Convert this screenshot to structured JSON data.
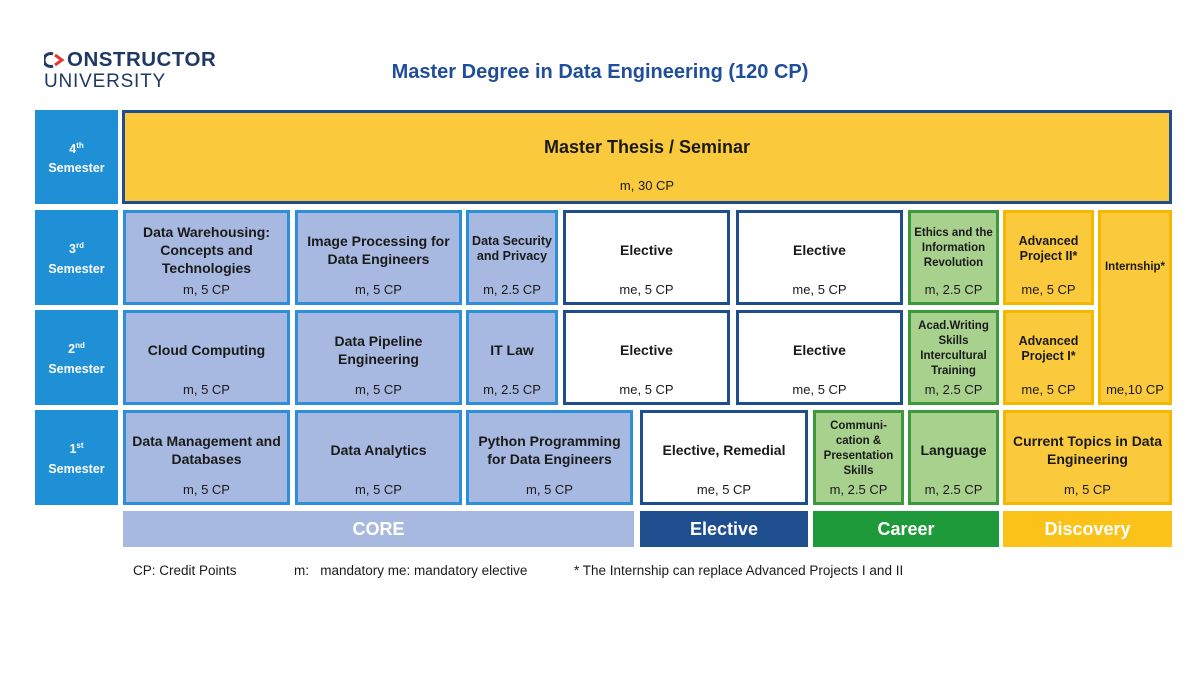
{
  "logo": {
    "word1": "ONSTRUCTOR",
    "word2": "UNIVERSITY"
  },
  "title": "Master Degree in Data Engineering (120 CP)",
  "semesters": {
    "s4": {
      "num": "4",
      "sup": "th",
      "label": "Semester"
    },
    "s3": {
      "num": "3",
      "sup": "rd",
      "label": "Semester"
    },
    "s2": {
      "num": "2",
      "sup": "nd",
      "label": "Semester"
    },
    "s1": {
      "num": "1",
      "sup": "st",
      "label": "Semester"
    }
  },
  "thesis": {
    "name": "Master Thesis / Seminar",
    "cp": "m, 30 CP"
  },
  "s3": {
    "c1": {
      "name": "Data Warehousing: Concepts and Technologies",
      "cp": "m, 5 CP"
    },
    "c2": {
      "name": "Image Processing for Data Engineers",
      "cp": "m, 5 CP"
    },
    "c3": {
      "name": "Data Security and Privacy",
      "cp": "m, 2.5 CP"
    },
    "e1": {
      "name": "Elective",
      "cp": "me, 5 CP"
    },
    "e2": {
      "name": "Elective",
      "cp": "me, 5 CP"
    },
    "k1": {
      "name": "Ethics and the Information Revolution",
      "cp": "m, 2.5 CP"
    },
    "d1": {
      "name": "Advanced Project II*",
      "cp": "me, 5 CP"
    }
  },
  "internship": {
    "name": "Internship*",
    "cp": "me,10 CP"
  },
  "s2": {
    "c1": {
      "name": "Cloud Computing",
      "cp": "m, 5 CP"
    },
    "c2": {
      "name": "Data Pipeline Engineering",
      "cp": "m, 5 CP"
    },
    "c3": {
      "name": "IT Law",
      "cp": "m, 2.5 CP"
    },
    "e1": {
      "name": "Elective",
      "cp": "me, 5 CP"
    },
    "e2": {
      "name": "Elective",
      "cp": "me, 5 CP"
    },
    "k1": {
      "name": "Acad.Writing Skills Intercultural Training",
      "cp": "m, 2.5 CP"
    },
    "d1": {
      "name": "Advanced Project  I*",
      "cp": "me, 5 CP"
    }
  },
  "s1": {
    "c1": {
      "name": "Data Management and Databases",
      "cp": "m, 5 CP"
    },
    "c2": {
      "name": "Data Analytics",
      "cp": "m, 5 CP"
    },
    "c3": {
      "name": "Python Programming for Data Engineers",
      "cp": "m, 5 CP"
    },
    "e1": {
      "name": "Elective, Remedial",
      "cp": "me, 5 CP"
    },
    "k1": {
      "name": "Communi-cation & Presentation Skills",
      "cp": "m, 2.5 CP"
    },
    "k2": {
      "name": "Language",
      "cp": "m, 2.5 CP"
    },
    "d1": {
      "name": "Current Topics in Data Engineering",
      "cp": "m, 5 CP"
    }
  },
  "legend": {
    "core": "CORE",
    "elective": "Elective",
    "career": "Career",
    "discovery": "Discovery"
  },
  "footnotes": {
    "cp": "CP: Credit Points",
    "codes": "m:   mandatory me: mandatory elective",
    "internship": "* The Internship can replace Advanced Projects I and II"
  },
  "colors": {
    "semester": "#1f8fd6",
    "core_fill": "#a7b9e0",
    "core_border": "#2e8fd8",
    "elective_border": "#1f4e8f",
    "career_fill": "#a9d18e",
    "career_border": "#3c9a3c",
    "discovery_fill": "#fbc93c",
    "discovery_border": "#f5b700",
    "legend_core": "#a7b9e0",
    "legend_elective": "#1f4e8f",
    "legend_career": "#1f9a3a",
    "legend_discovery": "#fbc21a",
    "title": "#1f4e9a"
  }
}
